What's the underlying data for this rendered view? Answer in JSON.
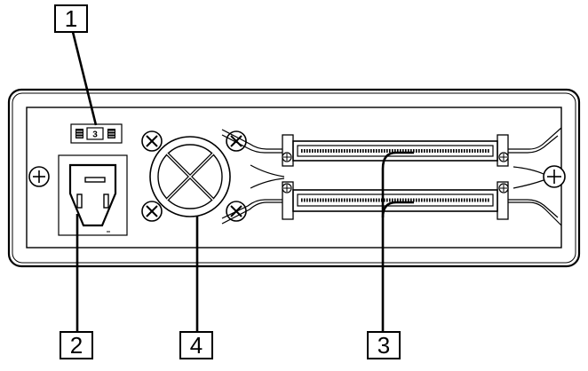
{
  "diagram": {
    "callouts": [
      {
        "id": "1",
        "label": "1",
        "part": "switch"
      },
      {
        "id": "2",
        "label": "2",
        "part": "power-inlet"
      },
      {
        "id": "3",
        "label": "3",
        "part": "scsi-connectors"
      },
      {
        "id": "4",
        "label": "4",
        "part": "fan"
      }
    ],
    "switch_display": "3"
  }
}
